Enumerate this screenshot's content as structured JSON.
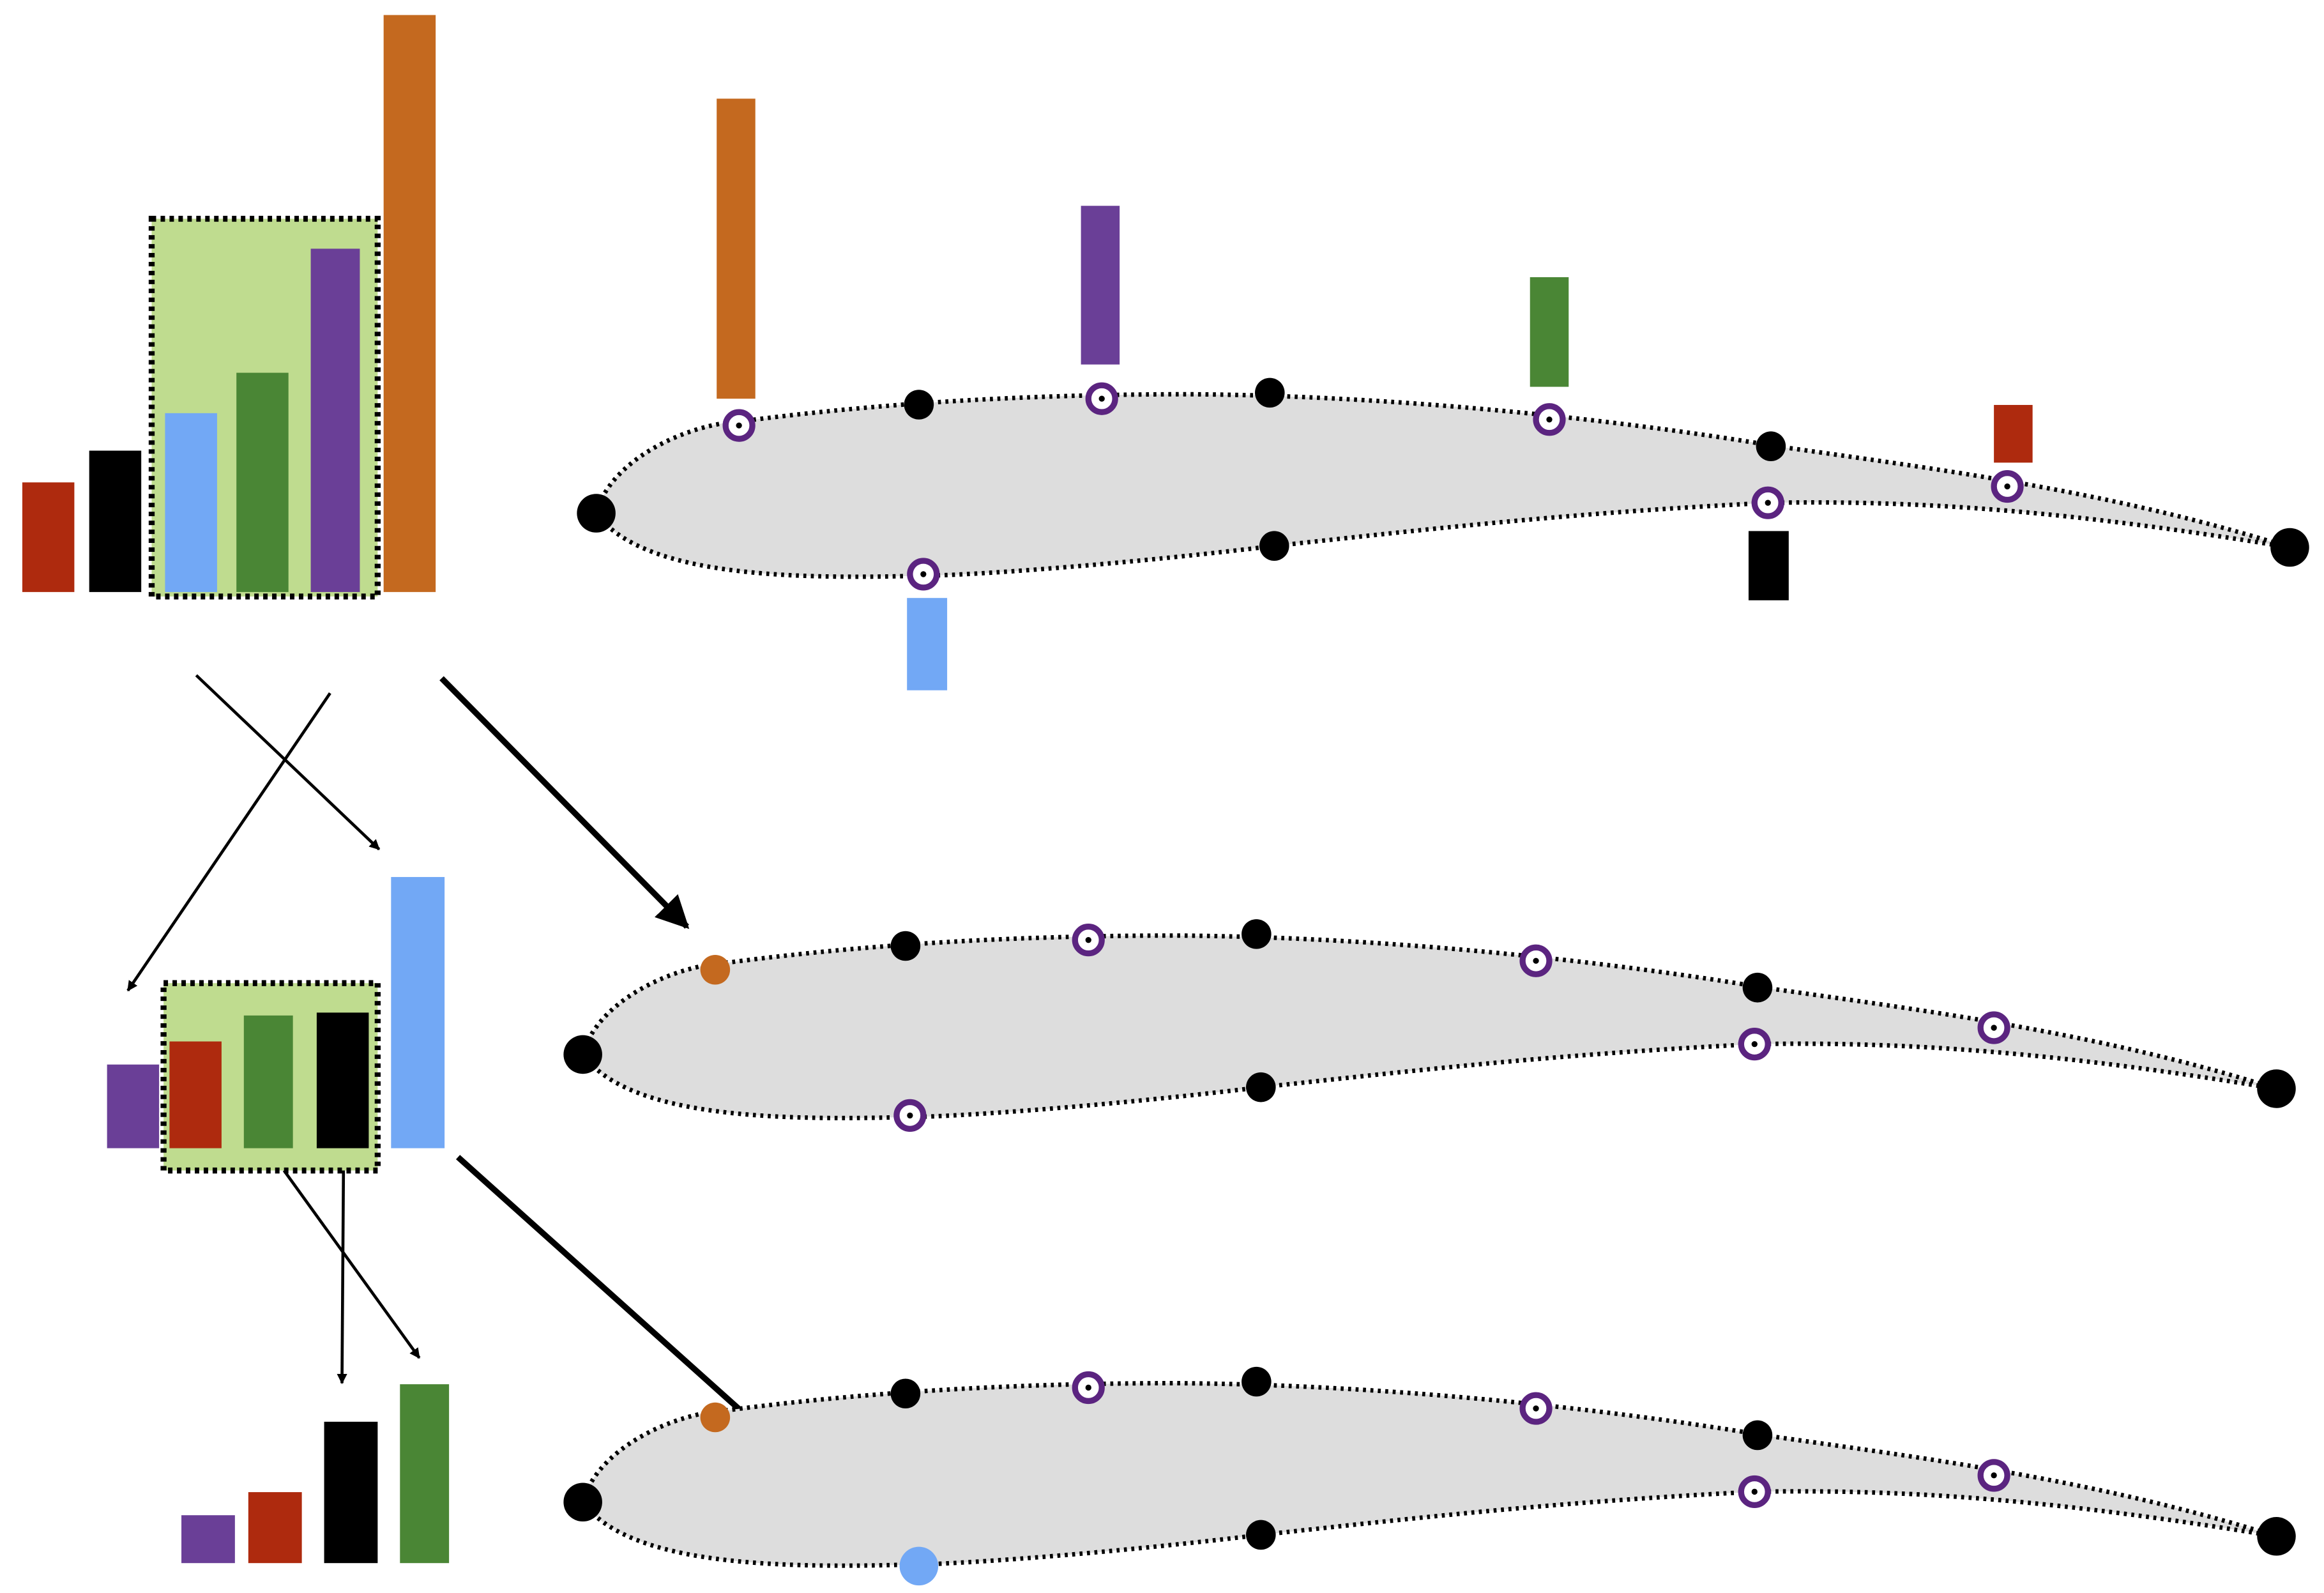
{
  "colors": {
    "orange": "#C4691F",
    "purple": "#6A3F97",
    "green": "#4A8635",
    "blue": "#72A8F5",
    "red": "#AE2A0E",
    "black": "#000000",
    "highlight": "#BFDC8F",
    "airfoil_fill": "#DDDDDD"
  },
  "stages": [
    {
      "name": "stage-1",
      "bars": [
        {
          "color": "red",
          "value": 0.19
        },
        {
          "color": "black",
          "value": 0.245
        },
        {
          "color": "blue",
          "value": 0.31,
          "highlighted": true
        },
        {
          "color": "green",
          "value": 0.38,
          "highlighted": true
        },
        {
          "color": "purple",
          "value": 0.595,
          "highlighted": true
        },
        {
          "color": "orange",
          "value": 1.0
        }
      ]
    },
    {
      "name": "stage-2",
      "bars": [
        {
          "color": "purple",
          "value": 0.145
        },
        {
          "color": "red",
          "value": 0.185,
          "highlighted": true
        },
        {
          "color": "green",
          "value": 0.23,
          "highlighted": true
        },
        {
          "color": "black",
          "value": 0.235,
          "highlighted": true
        },
        {
          "color": "blue",
          "value": 0.47
        }
      ]
    },
    {
      "name": "stage-3",
      "bars": [
        {
          "color": "purple",
          "value": 0.083
        },
        {
          "color": "red",
          "value": 0.123
        },
        {
          "color": "black",
          "value": 0.245
        },
        {
          "color": "green",
          "value": 0.31
        }
      ]
    }
  ],
  "airfoils": [
    {
      "name": "airfoil-1",
      "candidates": [
        {
          "color": "orange",
          "value": 0.52
        },
        {
          "color": "purple",
          "value": 0.275
        },
        {
          "color": "green",
          "value": 0.19
        },
        {
          "color": "red",
          "value": 0.1
        },
        {
          "color": "blue",
          "value": 0.16
        },
        {
          "color": "black",
          "value": 0.12
        }
      ]
    },
    {
      "name": "airfoil-2",
      "selected": [
        {
          "color": "orange"
        }
      ]
    },
    {
      "name": "airfoil-3",
      "selected": [
        {
          "color": "orange"
        },
        {
          "color": "blue"
        }
      ]
    }
  ]
}
